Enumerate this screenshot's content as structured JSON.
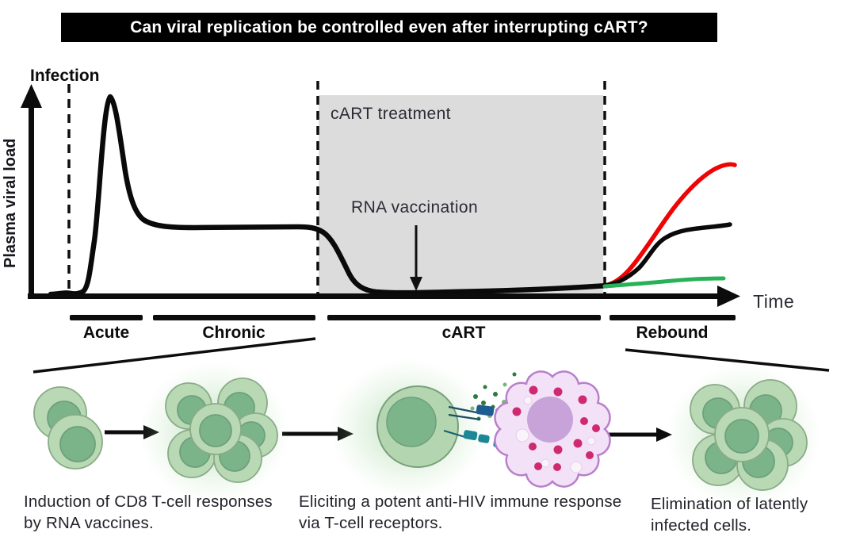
{
  "banner": {
    "text": "Can viral replication be controlled even after interrupting cART?",
    "bg": "#000000",
    "fg": "#ffffff"
  },
  "plot": {
    "infection_label": "Infection",
    "y_axis_label": "Plasma viral load",
    "x_axis_label": "Time",
    "cart_region_label": "cART treatment",
    "rna_vaccination_label": "RNA vaccination",
    "region_fill": "#dcdcdc",
    "curves": [
      {
        "name": "plasma-viral-load",
        "color": "#0a0a0a"
      },
      {
        "name": "rebound-uncontrolled",
        "color": "#ee0404"
      },
      {
        "name": "rebound-partial",
        "color": "#0a0a0a"
      },
      {
        "name": "rebound-controlled",
        "color": "#28b257"
      }
    ]
  },
  "phases": [
    {
      "label": "Acute"
    },
    {
      "label": "Chronic"
    },
    {
      "label": "cART"
    },
    {
      "label": "Rebound"
    }
  ],
  "steps": [
    {
      "caption": "Induction of CD8 T-cell responses by RNA vaccines."
    },
    {
      "caption": "Eliciting a potent anti-HIV immune response via T-cell receptors."
    },
    {
      "caption": "Elimination of latently infected cells."
    }
  ],
  "palette": {
    "cell_green": "#b9d9b5",
    "cell_green_border": "#8aab87",
    "cell_nucleus_green": "#7cb489",
    "glow_green": "#8cc98a",
    "infected_cell_fill": "#f3e2f7",
    "infected_cell_border": "#b97fcb",
    "infected_nucleus_purple": "#c7a3da",
    "granule_magenta": "#cf2970",
    "receptor_blue": "#1d5d92",
    "receptor_teal": "#1d8796",
    "receptor_pink": "#ef93a9"
  }
}
